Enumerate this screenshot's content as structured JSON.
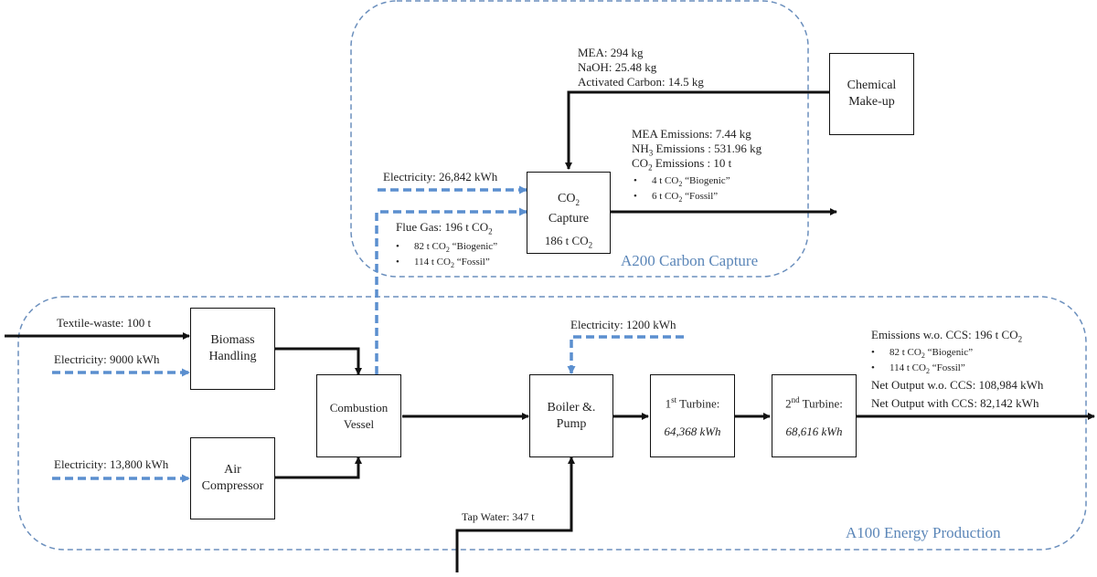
{
  "colors": {
    "area_border": "#6b8fbd",
    "energy_flow": "#5b8fcf",
    "material_flow": "#111111",
    "area_title": "#5b86b8"
  },
  "areas": {
    "carbon_capture": {
      "title": "A200 Carbon Capture"
    },
    "energy_production": {
      "title": "A100 Energy Production"
    }
  },
  "units": {
    "biomass_handling": {
      "line1": "Biomass",
      "line2": "Handling"
    },
    "air_compressor": {
      "line1": "Air",
      "line2": "Compressor"
    },
    "combustion_vessel": {
      "line1": "Combustion",
      "line2": "Vessel"
    },
    "boiler_pump": {
      "line1": "Boiler &.",
      "line2": "Pump"
    },
    "turbine1": {
      "ordinal": "1",
      "ordinal_suffix": "st",
      "label": " Turbine:",
      "output": "64,368 kWh"
    },
    "turbine2": {
      "ordinal": "2",
      "ordinal_suffix": "nd",
      "label": " Turbine:",
      "output": "68,616 kWh"
    },
    "co2_capture": {
      "line1_main": "CO",
      "line1_sub": "2",
      "line2": "Capture",
      "captured_main": "186 t CO",
      "captured_sub": "2"
    },
    "chemical_makeup": {
      "line1": "Chemical",
      "line2": "Make-up"
    }
  },
  "flows": {
    "textile_waste": "Textile-waste: 100 t",
    "elec_biomass": "Electricity: 9000 kWh",
    "elec_air": "Electricity: 13,800 kWh",
    "elec_boiler": "Electricity: 1200 kWh",
    "tap_water": "Tap Water: 347 t",
    "elec_capture": "Electricity: 26,842 kWh",
    "flue_gas": {
      "title_main": "Flue Gas: 196 t CO",
      "title_sub": "2",
      "items": [
        {
          "pre": "82 t CO",
          "sub": "2",
          "post": " “Biogenic”"
        },
        {
          "pre": "114 t CO",
          "sub": "2",
          "post": " “Fossil”"
        }
      ]
    },
    "chemicals": {
      "mea": "MEA: 294 kg",
      "naoh": "NaOH: 25.48 kg",
      "activated_carbon": "Activated Carbon: 14.5 kg"
    },
    "capture_emissions": {
      "mea": "MEA Emissions: 7.44 kg",
      "nh3_pre": "NH",
      "nh3_sub": "3",
      "nh3_post": " Emissions : 531.96 kg",
      "co2_pre": "CO",
      "co2_sub": "2",
      "co2_post": " Emissions : 10 t",
      "items": [
        {
          "pre": "4 t CO",
          "sub": "2",
          "post": " “Biogenic”"
        },
        {
          "pre": "6 t CO",
          "sub": "2",
          "post": " “Fossil”"
        }
      ]
    },
    "outputs": {
      "emissions_main": "Emissions w.o. CCS: 196 t CO",
      "emissions_sub": "2",
      "items": [
        {
          "pre": "82 t CO",
          "sub": "2",
          "post": " “Biogenic”"
        },
        {
          "pre": "114 t CO",
          "sub": "2",
          "post": " “Fossil”"
        }
      ],
      "net_wo_ccs": "Net Output w.o. CCS: 108,984 kWh",
      "net_with_ccs": "Net Output with CCS: 82,142 kWh"
    }
  }
}
